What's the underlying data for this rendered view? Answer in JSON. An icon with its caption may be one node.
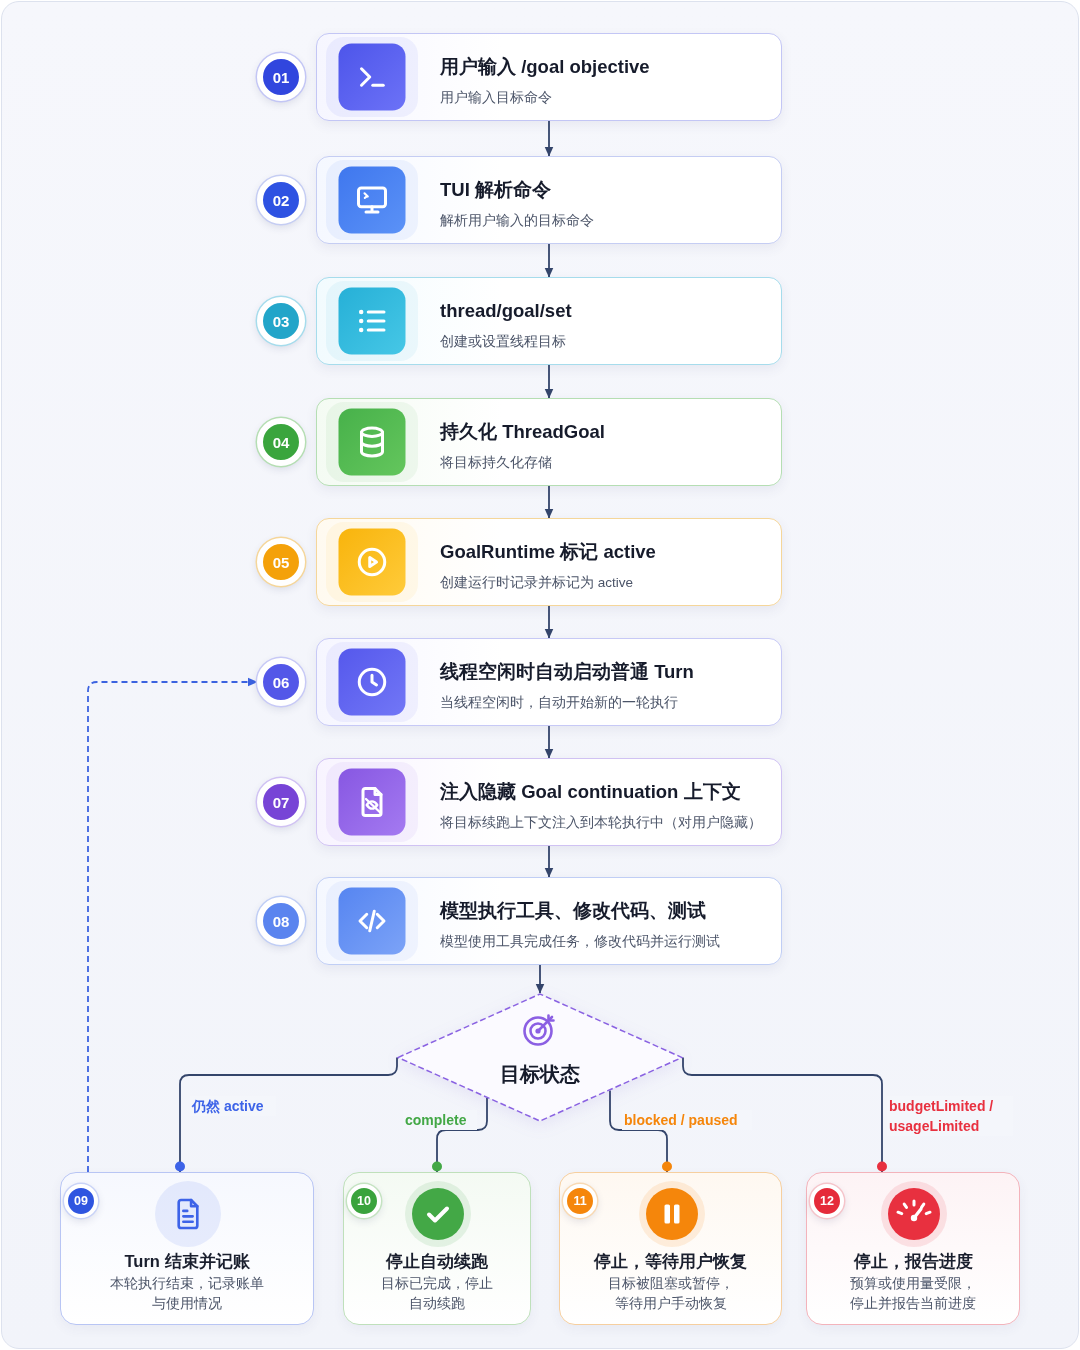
{
  "diagram": {
    "nodes": [
      {
        "text": [
          "01"
        ]
      },
      {
        "text": [
          "用户输入 /goal objective",
          "用户输入目标命令"
        ]
      },
      {
        "text": [
          "02"
        ]
      },
      {
        "text": [
          "TUI 解析命令",
          "解析用户输入的目标命令"
        ]
      },
      {
        "text": [
          "03"
        ]
      },
      {
        "text": [
          "thread/goal/set",
          "创建或设置线程目标"
        ]
      },
      {
        "text": [
          "04"
        ]
      },
      {
        "text": [
          "持久化 ThreadGoal",
          "将目标持久化存储"
        ]
      },
      {
        "text": [
          "05"
        ]
      },
      {
        "text": [
          "GoalRuntime 标记 active",
          "创建运行时记录并标记为 active"
        ]
      },
      {
        "text": [
          "06"
        ]
      },
      {
        "text": [
          "线程空闲时自动启动普通 Turn",
          "当线程空闲时，自动开始新的一轮执行"
        ]
      },
      {
        "text": [
          "07"
        ]
      },
      {
        "text": [
          "注入隐藏 Goal continuation 上下文",
          "将目标续跑上下文注入到本轮执行中（对用户隐藏）"
        ]
      },
      {
        "text": [
          "08"
        ]
      },
      {
        "text": [
          "模型执行工具、修改代码、测试",
          "模型使用工具完成任务，修改代码并运行测试"
        ]
      },
      {
        "text": [
          "目标状态"
        ]
      },
      {
        "text": [
          "Turn 结束并记账",
          "本轮执行结束，记录账单与使用情况"
        ]
      },
      {
        "text": [
          "09"
        ],
        "in": 17
      },
      {
        "text": [
          "停止自动续跑",
          "目标已完成，停止自动续跑"
        ]
      },
      {
        "text": [
          "10"
        ],
        "in": 19
      },
      {
        "text": [
          "停止，等待用户恢复",
          "目标被阻塞或暂停，等待用户手动恢复"
        ]
      },
      {
        "text": [
          "11"
        ],
        "in": 21
      },
      {
        "text": [
          "停止，报告进度",
          "预算或使用量受限，停止并报告当前进度"
        ]
      },
      {
        "text": [
          "12"
        ],
        "in": 23
      }
    ],
    "edges": [
      {
        "from": 1,
        "to": 3,
        "arrow": "to"
      },
      {
        "from": 3,
        "to": 5,
        "arrow": "to"
      },
      {
        "from": 5,
        "to": 7,
        "arrow": "to"
      },
      {
        "from": 7,
        "to": 9,
        "arrow": "to"
      },
      {
        "from": 9,
        "to": 11,
        "arrow": "to"
      },
      {
        "from": 11,
        "to": 13,
        "arrow": "to"
      },
      {
        "from": 13,
        "to": 15,
        "arrow": "to"
      },
      {
        "from": 15,
        "to": 16,
        "arrow": "to"
      },
      {
        "from": 16,
        "to": 17,
        "arrow": "other",
        "label": "仍然 active"
      },
      {
        "from": 16,
        "to": 19,
        "arrow": "other",
        "label": "complete"
      },
      {
        "from": 16,
        "to": 21,
        "arrow": "other",
        "label": "blocked / paused"
      },
      {
        "from": 16,
        "to": 23,
        "arrow": "other",
        "label": "budgetLimited / usageLimited"
      },
      {
        "from": 17,
        "to": 10,
        "arrow": "to",
        "style": "dashed",
        "color": "#3b62e0"
      }
    ]
  }
}
